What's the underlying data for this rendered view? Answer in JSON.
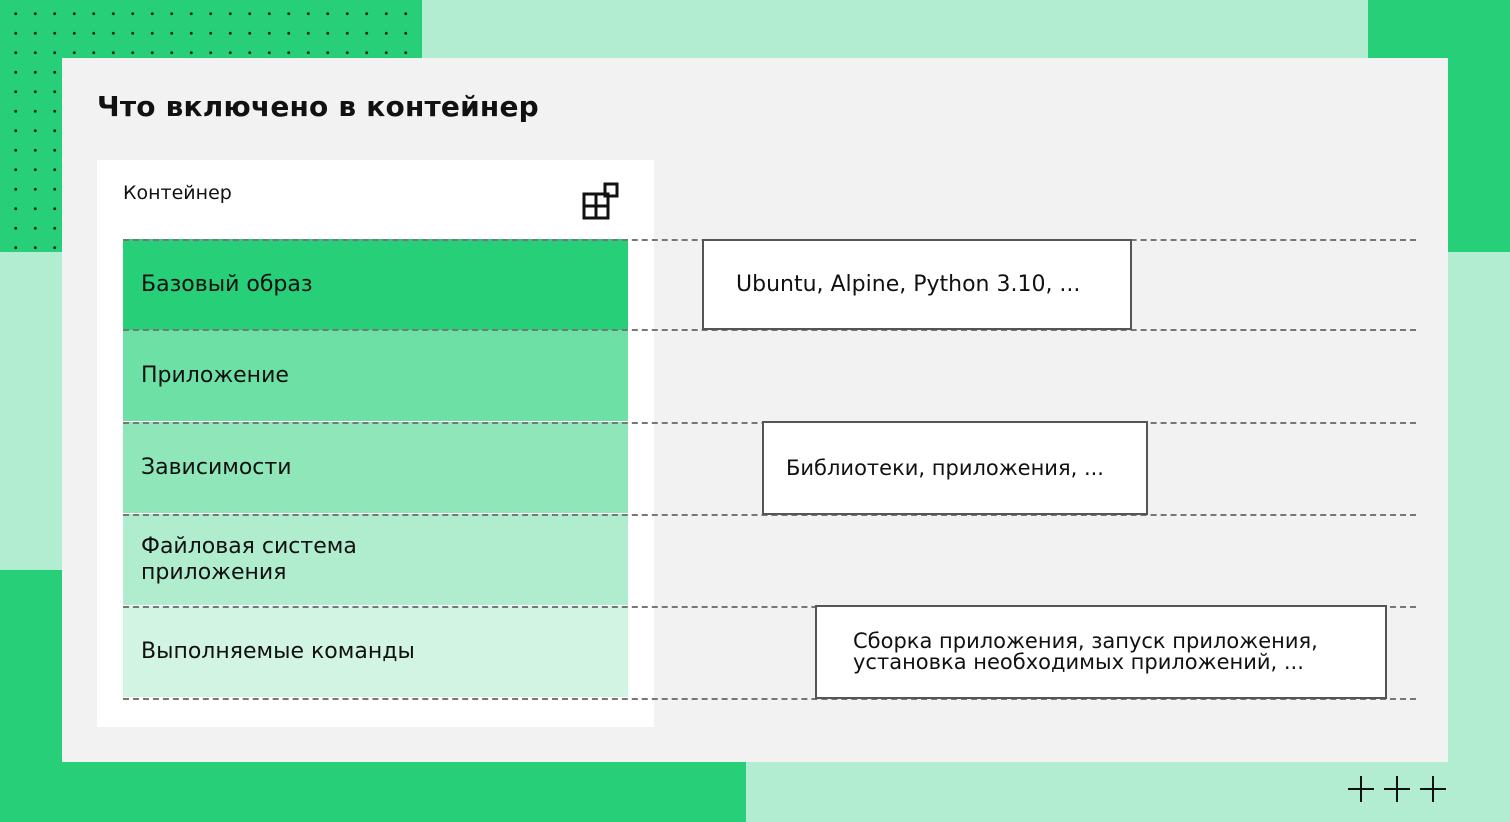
{
  "title": "Что включено в контейнер",
  "panel": {
    "label": "Контейнер",
    "icon": "container-blocks-icon"
  },
  "layers": [
    {
      "label": "Базовый образ",
      "color": "#26cf78"
    },
    {
      "label": "Приложение",
      "color": "#6de0a6"
    },
    {
      "label": "Зависимости",
      "color": "#8ee6b9"
    },
    {
      "label": "Файловая система приложения",
      "color": "#b0edcf"
    },
    {
      "label": "Выполняемые команды",
      "color": "#d2f4e2"
    }
  ],
  "descriptions": {
    "base_image": "Ubuntu, Alpine, Python 3.10, ...",
    "dependencies": "Библиотеки, приложения, ...",
    "commands": "Сборка приложения, запуск приложения, установка необходимых приложений, ..."
  },
  "colors": {
    "accent": "#26cf78",
    "background": "#b2edd1",
    "card": "#f2f2f2"
  }
}
